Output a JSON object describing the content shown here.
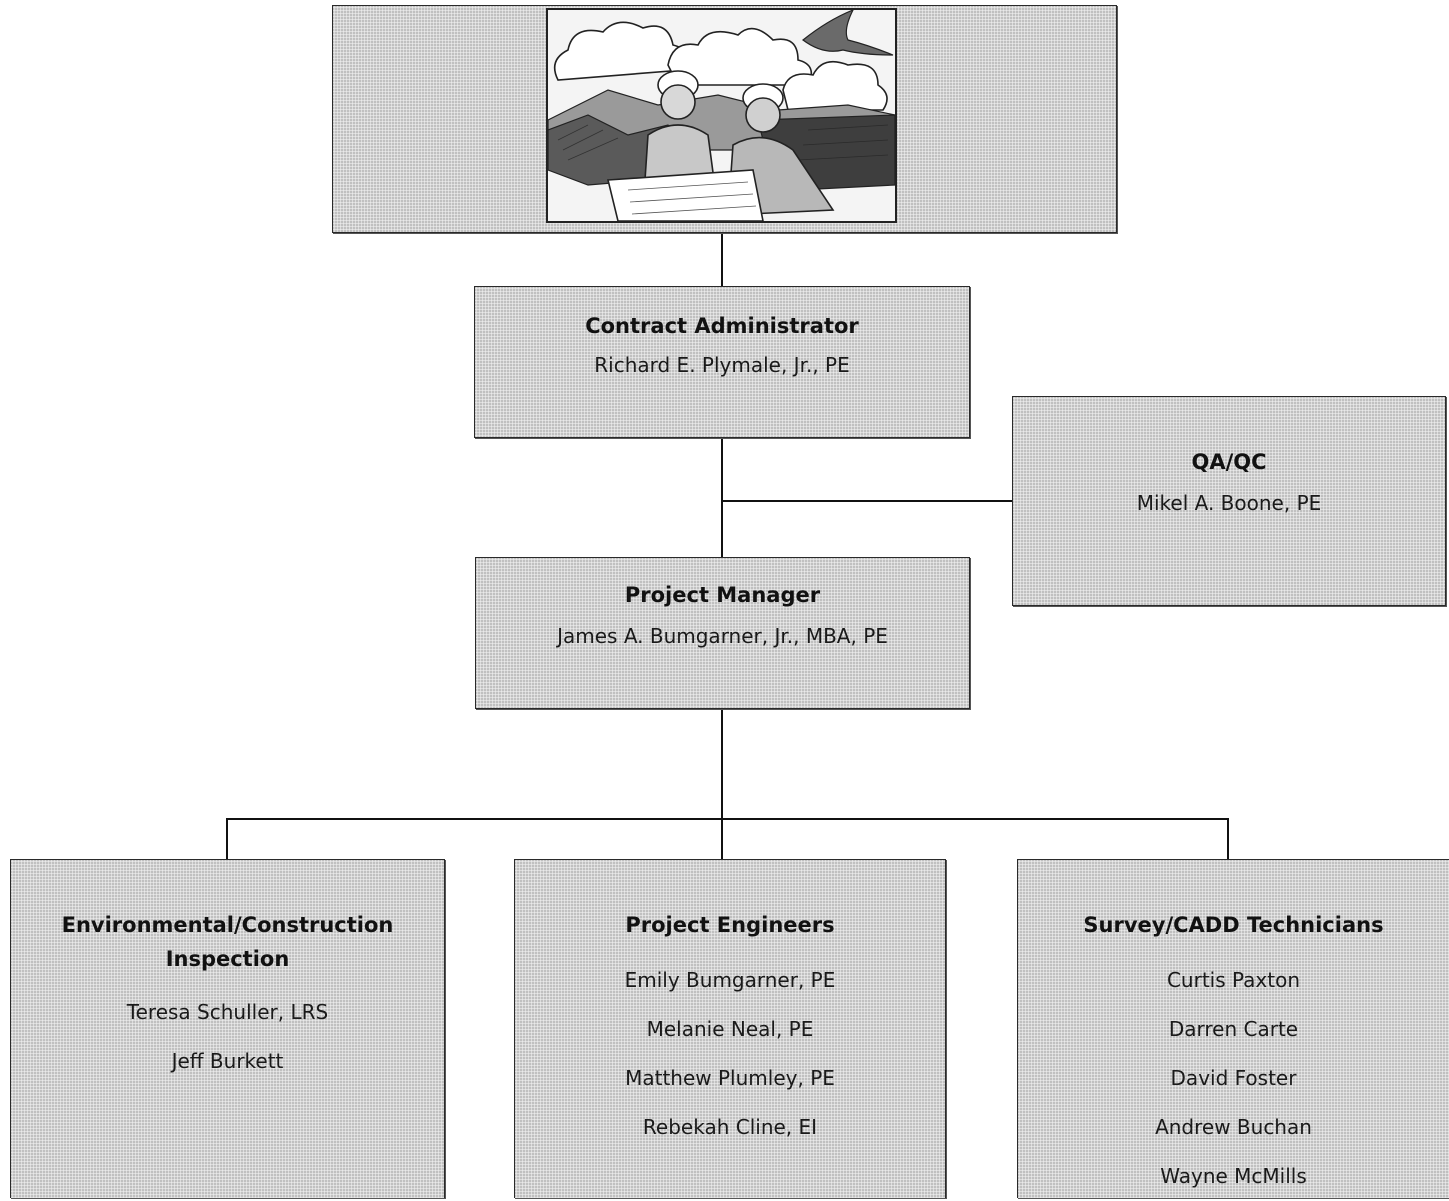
{
  "header": {
    "illustration_icon": "engineers-reviewing-plans-illustration"
  },
  "contract_administrator": {
    "title": "Contract Administrator",
    "name": "Richard E. Plymale, Jr., PE"
  },
  "qa_qc": {
    "title": "QA/QC",
    "name": "Mikel A. Boone, PE"
  },
  "project_manager": {
    "title": "Project Manager",
    "name": "James A. Bumgarner, Jr., MBA, PE"
  },
  "environmental": {
    "title_line1": "Environmental/Construction",
    "title_line2": "Inspection",
    "members": [
      "Teresa Schuller, LRS",
      "Jeff Burkett"
    ]
  },
  "project_engineers": {
    "title": "Project Engineers",
    "members": [
      "Emily Bumgarner, PE",
      "Melanie Neal, PE",
      "Matthew Plumley, PE",
      "Rebekah Cline, EI"
    ]
  },
  "survey_cadd": {
    "title": "Survey/CADD Technicians",
    "members": [
      "Curtis Paxton",
      "Darren Carte",
      "David Foster",
      "Andrew Buchan",
      "Wayne McMills"
    ]
  },
  "colors": {
    "box_fill": "#cfcfcf",
    "border": "#2a2a2a",
    "connector": "#111111"
  }
}
